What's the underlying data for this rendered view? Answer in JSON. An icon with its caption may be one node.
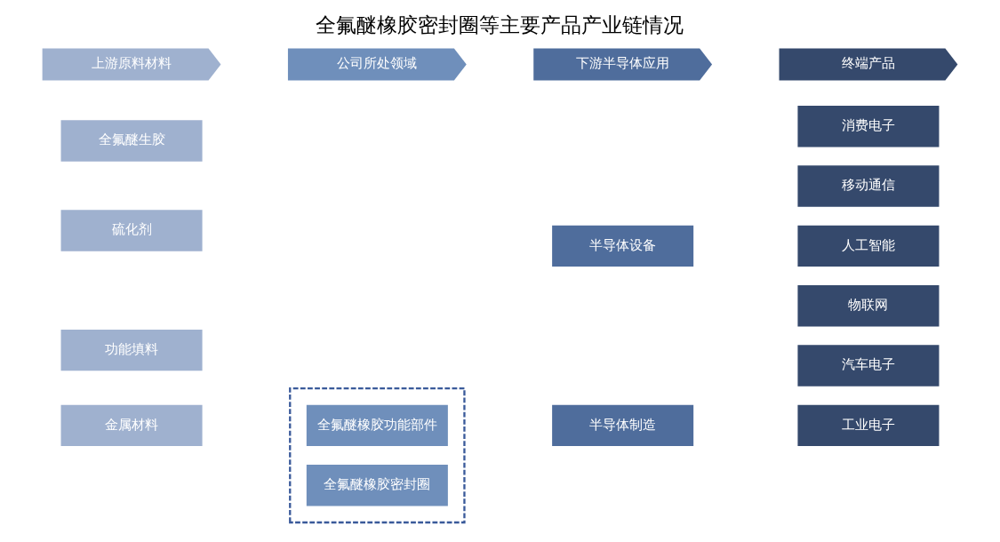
{
  "diagram": {
    "title": "全氟醚橡胶密封圈等主要产品产业链情况",
    "nodes": [
      {
        "text": [
          "上游原料材料"
        ]
      },
      {
        "text": [
          "公司所处领域"
        ]
      },
      {
        "text": [
          "下游半导体应用"
        ]
      },
      {
        "text": [
          "终端产品"
        ]
      },
      {
        "text": [
          "全氟醚生胶"
        ]
      },
      {
        "text": [
          "硫化剂"
        ]
      },
      {
        "text": [
          "功能填料"
        ]
      },
      {
        "text": [
          "金属材料"
        ]
      },
      {
        "text": [],
        "shape": "box"
      },
      {
        "text": [
          "全氟醚橡胶密封圈"
        ],
        "in": 8
      },
      {
        "text": [
          "全氟醚橡胶功能部件"
        ],
        "in": 8
      },
      {
        "text": [
          "半导体设备"
        ]
      },
      {
        "text": [
          "半导体制造"
        ]
      },
      {
        "text": [
          "消费电子"
        ]
      },
      {
        "text": [
          "移动通信"
        ]
      },
      {
        "text": [
          "人工智能"
        ]
      },
      {
        "text": [
          "物联网"
        ]
      },
      {
        "text": [
          "汽车电子"
        ]
      },
      {
        "text": [
          "工业电子"
        ]
      }
    ]
  }
}
